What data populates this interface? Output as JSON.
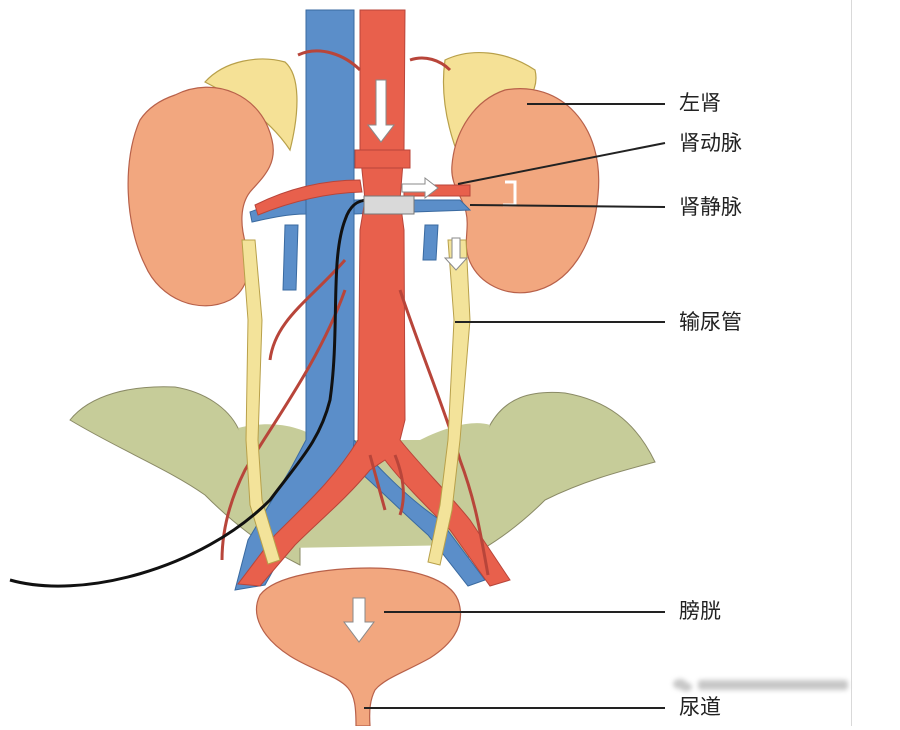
{
  "labels": {
    "left_kidney": "左肾",
    "renal_artery": "肾动脉",
    "renal_vein": "肾静脉",
    "ureter": "输尿管",
    "bladder": "膀胱",
    "urethra": "尿道"
  },
  "colors": {
    "kidney": "#f2a77f",
    "kidney_outline": "#b8614a",
    "adrenal": "#f5e196",
    "artery": "#e8604c",
    "artery_dark": "#b8453a",
    "vein": "#5b8ec9",
    "ureter": "#f3e39a",
    "pelvis": "#c6cc99",
    "catheter": "#111111",
    "arrow": "#ffffff",
    "leader_line": "#222222"
  },
  "watermark_icon": "wechat-icon"
}
